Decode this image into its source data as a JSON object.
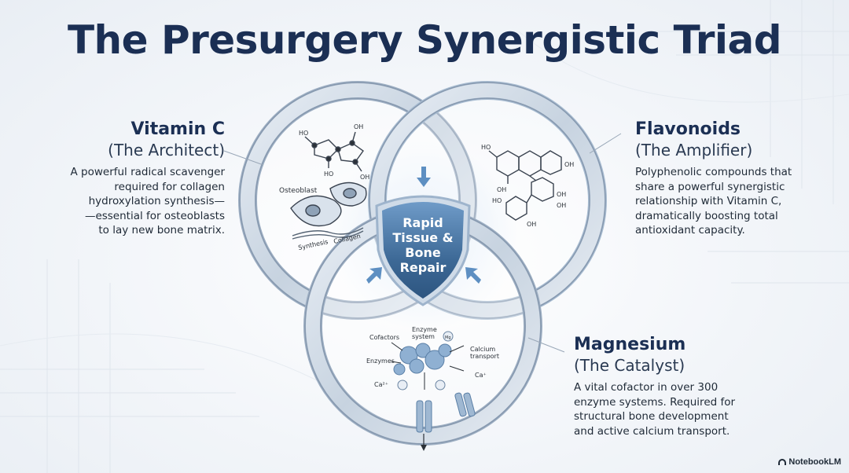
{
  "title": "The Presurgery Synergistic Triad",
  "center": {
    "line1": "Rapid",
    "line2": "Tissue &",
    "line3": "Bone",
    "line4": "Repair"
  },
  "vitamin_c": {
    "name": "Vitamin C",
    "role": "(The Architect)",
    "desc_lines": [
      "A powerful radical scavenger",
      "required for collagen",
      "hydroxylation synthesis—",
      "—essential for osteoblasts",
      "to lay new bone matrix."
    ]
  },
  "flavonoids": {
    "name": "Flavonoids",
    "role": "(The Amplifier)",
    "desc_lines": [
      "Polyphenolic compounds that",
      "share a powerful synergistic",
      "relationship with Vitamin C,",
      "dramatically boosting total",
      "antioxidant capacity."
    ]
  },
  "magnesium": {
    "name": "Magnesium",
    "role": "(The Catalyst)",
    "desc_lines": [
      "A vital cofactor in over 300",
      "enzyme systems. Required for",
      "structural bone development",
      "and active calcium transport."
    ]
  },
  "vitc_art": {
    "ho1": "HO",
    "ho2": "HO",
    "oh1": "OH",
    "oh2": "OH",
    "osteoblast": "Osteoblast",
    "synthesis": "Synthesis",
    "collagen": "Collagen"
  },
  "flav_art": {
    "ho1": "HO",
    "oh1": "OH",
    "oh2": "OH",
    "oh3": "OH",
    "oh4": "OH",
    "oh5": "OH",
    "ho2": "HO"
  },
  "mg_art": {
    "cofactors": "Cofactors",
    "enzyme": "Enzyme",
    "system": "system",
    "calcium": "Calcium",
    "transport": "transport",
    "enzymes": "Enzymes",
    "ca2": "Ca²⁺",
    "ca": "Ca⁺",
    "mg": "Mg"
  },
  "brand": "NotebookLM",
  "colors": {
    "title": "#1b2f54",
    "ring": "#b9c6d6",
    "shield": "#3d6996",
    "accent_blue": "#5d8fc2"
  }
}
